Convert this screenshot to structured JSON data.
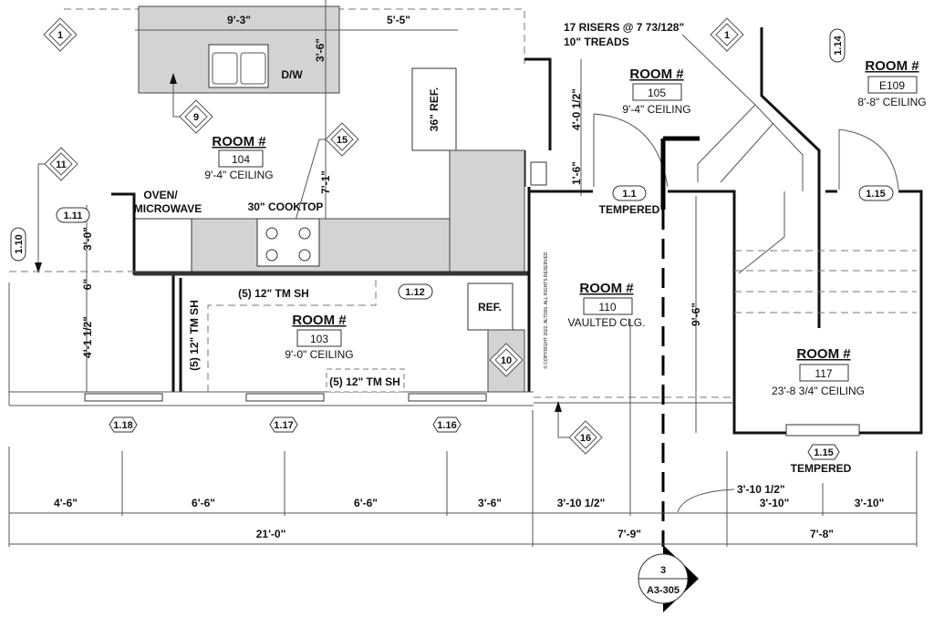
{
  "rooms": [
    {
      "label": "ROOM #",
      "number": "104",
      "ceiling": "9'-4\" CEILING"
    },
    {
      "label": "ROOM #",
      "number": "105",
      "ceiling": "9'-4\" CEILING"
    },
    {
      "label": "ROOM #",
      "number": "E109",
      "ceiling": "8'-8\" CEILING"
    },
    {
      "label": "ROOM #",
      "number": "103",
      "ceiling": "9'-0\" CEILING"
    },
    {
      "label": "ROOM #",
      "number": "110",
      "ceiling": "VAULTED CLG."
    },
    {
      "label": "ROOM #",
      "number": "117",
      "ceiling": "23'-8 3/4\" CEILING"
    }
  ],
  "fixtures": {
    "dw": "D/W",
    "ref36": "36\" REF.",
    "oven1": "OVEN/",
    "oven2": "MICROWAVE",
    "cooktop": "30\" COOKTOP",
    "ref": "REF.",
    "shelf_top": "(5) 12\" TM SH",
    "shelf_left": "(5) 12\" TM SH",
    "shelf_bottom": "(5) 12\" TM SH"
  },
  "notes": {
    "stairs1": "17 RISERS @ 7 73/128\"",
    "stairs2": "10\" TREADS",
    "tempered_a": "TEMPERED",
    "tempered_b": "TEMPERED",
    "copyright": "© COPYRIGHT 2022, ALTO66, ALL RIGHTS RESERVED."
  },
  "keynotes": {
    "k1a": "1",
    "k1b": "1",
    "k9": "9",
    "k11": "11",
    "k15": "15",
    "k10": "10",
    "k16": "16"
  },
  "window_tags": {
    "w1_11": "1.11",
    "w1_10": "1.10",
    "w1_12": "1.12",
    "w1_1": "1.1",
    "w1_14": "1.14",
    "w1_15a": "1.15",
    "w1_15b": "1.15",
    "w1_18": "1.18",
    "w1_17": "1.17",
    "w1_16": "1.16"
  },
  "dimensions": {
    "d9_3": "9'-3\"",
    "d5_5": "5'-5\"",
    "d3_6v": "3'-6\"",
    "d7_1": "7'-1\"",
    "d3_0": "3'-0\"",
    "d6": "6\"",
    "d4_1_5": "4'-1 1/2\"",
    "d4_0_5": "4'-0 1/2\"",
    "d1_6": "1'-6\"",
    "d9_6": "9'-6\"",
    "b4_6": "4'-6\"",
    "b6_6a": "6'-6\"",
    "b6_6b": "6'-6\"",
    "b3_6": "3'-6\"",
    "b21_0": "21'-0\"",
    "b3_10_5a": "3'-10 1/2\"",
    "b3_10_5b": "3'-10 1/2\"",
    "b3_10a": "3'-10\"",
    "b3_10b": "3'-10\"",
    "b7_9": "7'-9\"",
    "b7_8": "7'-8\""
  },
  "section_marker": {
    "number": "3",
    "sheet": "A3-305"
  }
}
